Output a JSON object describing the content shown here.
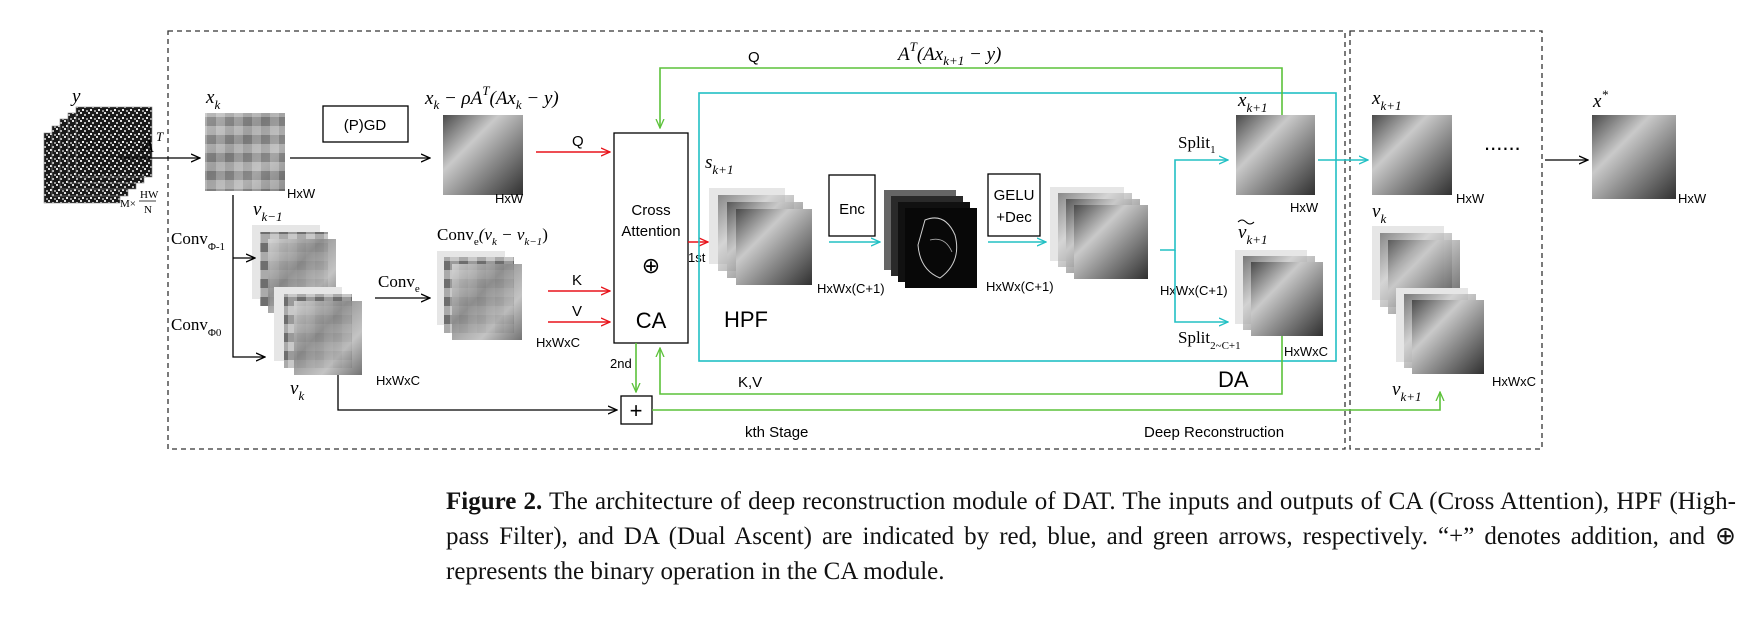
{
  "figure": {
    "labels": {
      "y": "y",
      "at": "A",
      "at_sup": "T",
      "y_dims_main": "M×",
      "y_dims_num": "HW",
      "y_dims_den": "N",
      "xk": "x",
      "xk_sub": "k",
      "hxw": "HxW",
      "pgd": "(P)GD",
      "grad_step": "x",
      "grad_step_sub": "k",
      "grad_step_rest": " − ρA",
      "grad_step_sup": "T",
      "grad_step_tail": "(Ax",
      "grad_step_tail_sub": "k",
      "grad_step_end": " − y)",
      "vkm1": "v",
      "vkm1_sub": "k−1",
      "conv_phi_m1": "Conv",
      "conv_phi_m1_sub": "Φ-1",
      "conv_phi_0": "Conv",
      "conv_phi_0_sub": "Φ0",
      "vk": "v",
      "vk_sub": "k",
      "hxwxc": "HxWxC",
      "conv_e": "Conv",
      "conv_e_sub": "e",
      "conv_e_diff": "Conv",
      "conv_e_diff_sub": "e",
      "conv_e_diff_rest": "(v",
      "conv_e_diff_rest_sub1": "k",
      "conv_e_diff_mid": " − v",
      "conv_e_diff_rest_sub2": "k−1",
      "conv_e_diff_end": ")",
      "q": "Q",
      "k": "K",
      "v": "V",
      "cross": "Cross",
      "attention": "Attention",
      "oplus": "⊕",
      "ca": "CA",
      "first": "1st",
      "second": "2nd",
      "skp1": "s",
      "skp1_sub": "k+1",
      "hpf": "HPF",
      "hxwxc1": "HxWx(C+1)",
      "enc": "Enc",
      "gelu": "GELU",
      "dec": "+Dec",
      "split1": "Split",
      "split1_sub": "1",
      "split2": "Split",
      "split2_sub": "2~C+1",
      "xkp1": "x",
      "xkp1_sub": "k+1",
      "vtkp1": "v",
      "vtkp1_sub": "k+1",
      "da": "DA",
      "kv": "K,V",
      "feedback": "A",
      "feedback_sup": "T",
      "feedback_rest": "(Ax",
      "feedback_sub": "k+1",
      "feedback_end": " − y)",
      "plus": "+",
      "kth_stage": "kth Stage",
      "deep_recon": "Deep Reconstruction",
      "xkp1_out": "x",
      "xkp1_out_sub": "k+1",
      "vk_out": "v",
      "vk_out_sub": "k",
      "vkp1_out": "v",
      "vkp1_out_sub": "k+1",
      "dots": "......",
      "xstar": "x",
      "xstar_sup": "*"
    },
    "colors": {
      "ca_arrow": "#e8141b",
      "hpf_arrow": "#22c0c4",
      "da_arrow": "#5cc23a",
      "black": "#000000"
    }
  },
  "caption": {
    "label": "Figure 2.",
    "text": " The architecture of deep reconstruction module of DAT. The inputs and outputs of CA (Cross Attention), HPF (High-pass Filter), and DA (Dual Ascent) are indicated by red, blue, and green arrows, respectively. “+” denotes addition, and ⊕ represents the binary operation in the CA module."
  }
}
